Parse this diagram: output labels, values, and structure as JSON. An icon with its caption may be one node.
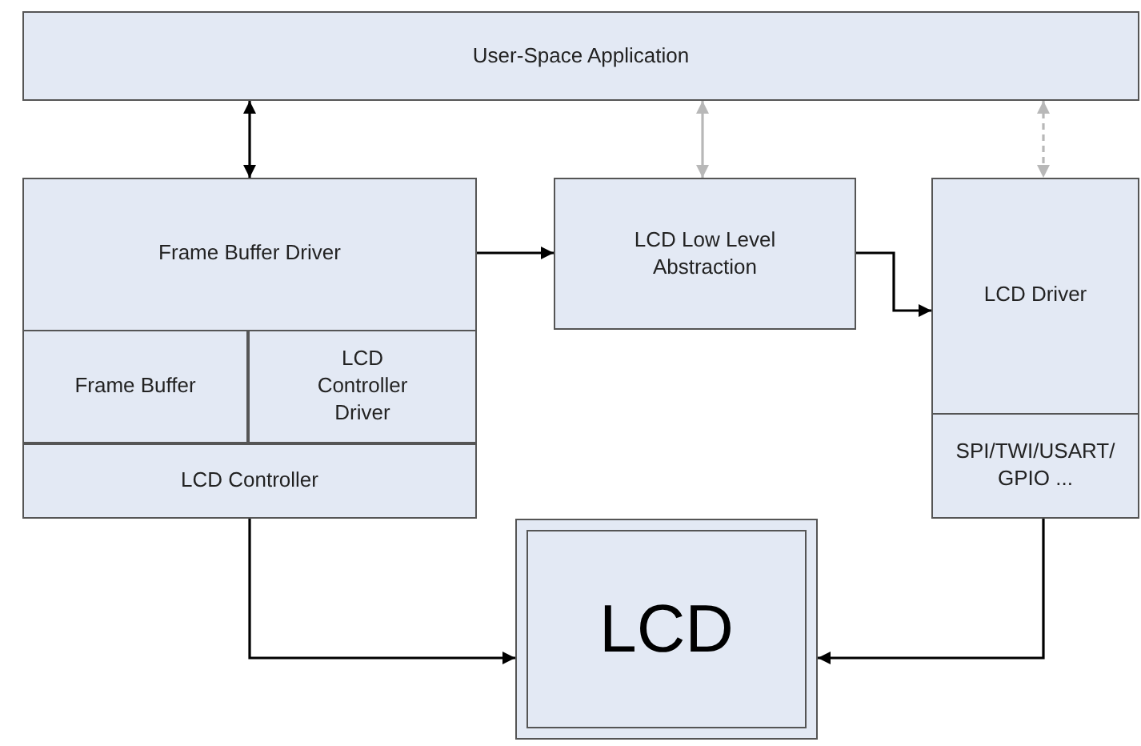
{
  "diagram": {
    "nodes": [
      {
        "text": [
          "User-Space Application"
        ]
      },
      {
        "text": [
          "Frame Buffer Driver"
        ]
      },
      {
        "text": [
          "Frame Buffer"
        ],
        "in": 1
      },
      {
        "text": [
          "LCD Controller Driver"
        ],
        "in": 1
      },
      {
        "text": [
          "LCD Controller"
        ],
        "in": 1
      },
      {
        "text": [
          "LCD Low Level Abstraction"
        ]
      },
      {
        "text": [
          "LCD Driver"
        ]
      },
      {
        "text": [
          "SPI/TWI/USART/ GPIO ..."
        ],
        "in": 6
      },
      {
        "text": [
          "LCD"
        ]
      }
    ],
    "edges": [
      {
        "from": 0,
        "to": 1,
        "arrow": "both"
      },
      {
        "from": 0,
        "to": 5,
        "arrow": "both",
        "color": "#b8b8b8"
      },
      {
        "from": 0,
        "to": 6,
        "arrow": "both",
        "color": "#b8b8b8",
        "style": "dashed"
      },
      {
        "from": 1,
        "to": 5,
        "arrow": "to"
      },
      {
        "from": 5,
        "to": 6,
        "arrow": "to"
      },
      {
        "from": 4,
        "to": 8,
        "arrow": "to"
      },
      {
        "from": 7,
        "to": 8,
        "arrow": "to"
      }
    ]
  }
}
